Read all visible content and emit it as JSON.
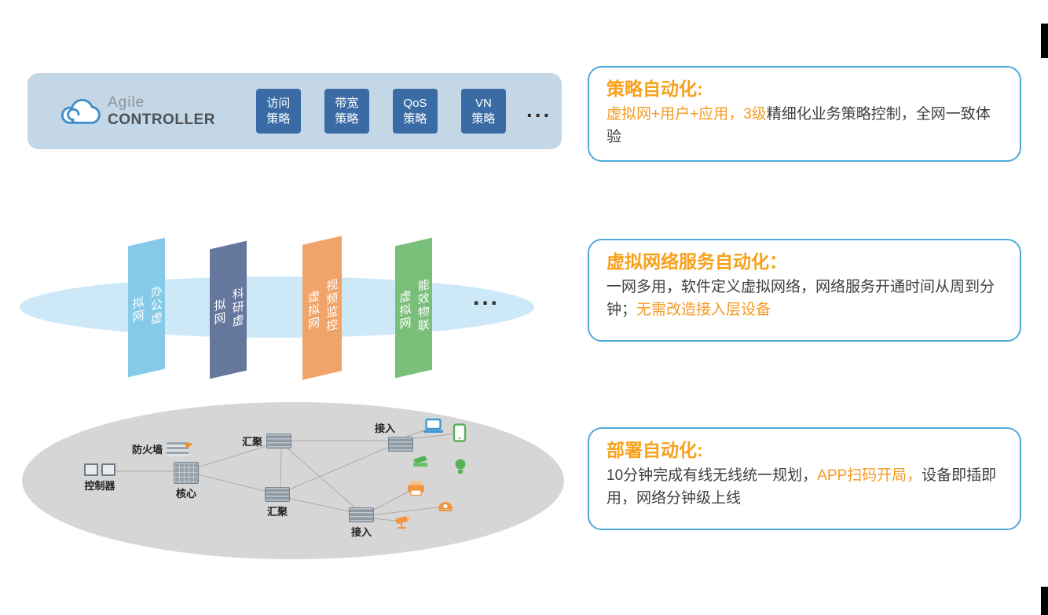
{
  "controller_panel": {
    "brand_line1": "Agile",
    "brand_line2": "CONTROLLER",
    "policies": [
      {
        "label": "访问\n策略"
      },
      {
        "label": "带宽\n策略"
      },
      {
        "label": "QoS\n策略"
      },
      {
        "label": "VN\n策略"
      }
    ],
    "ellipsis": "...",
    "panel_bg": "#c3d7e6",
    "chip_bg": "#3a6ba4"
  },
  "virtual_network_layer": {
    "ellipsis": "...",
    "ellipse_color": "#cde9f8",
    "networks": [
      {
        "name": "办公虚拟网",
        "display": "办公虚\n拟网",
        "color": "#85cbe9"
      },
      {
        "name": "科研虚拟网",
        "display": "科研虚\n拟网",
        "color": "#66779e"
      },
      {
        "name": "视频监控虚拟网",
        "display": "视频监控\n虚拟网",
        "color": "#f1a469"
      },
      {
        "name": "能效物联虚拟网",
        "display": "能效物联\n虚拟网",
        "color": "#79bf79"
      }
    ]
  },
  "physical_network_layer": {
    "ellipse_color": "#d6d6d6",
    "nodes": {
      "controller": "控制器",
      "firewall": "防火墙",
      "core": "核心",
      "aggregation1": "汇聚",
      "aggregation2": "汇聚",
      "access1": "接入",
      "access2": "接入"
    },
    "devices": [
      {
        "name": "laptop",
        "color": "#3f9ad2"
      },
      {
        "name": "tablet",
        "color": "#58b158"
      },
      {
        "name": "pos-terminal",
        "color": "#58b158"
      },
      {
        "name": "light-bulb",
        "color": "#58b158"
      },
      {
        "name": "printer",
        "color": "#f0963c"
      },
      {
        "name": "dome-camera",
        "color": "#f0963c"
      },
      {
        "name": "cctv-camera",
        "color": "#f0963c"
      }
    ]
  },
  "info_boxes": [
    {
      "title": "策略自动化:",
      "title_color": "#f7a11a",
      "segments": [
        {
          "text": "虚拟网+用户+应用，3级",
          "color": "#f59a23"
        },
        {
          "text": "精细化业务策略控制，全网一致体验",
          "color": "#3f3f3f"
        }
      ]
    },
    {
      "title": "虚拟网络服务自动化：",
      "title_color": "#f7a11a",
      "segments": [
        {
          "text": "一网多用，软件定义虚拟网络，网络服务开通时间从周到分钟；",
          "color": "#3f3f3f"
        },
        {
          "text": "无需改造接入层设备",
          "color": "#f59a23"
        }
      ]
    },
    {
      "title": "部署自动化:",
      "title_color": "#f7a11a",
      "segments": [
        {
          "text": "10分钟完成有线无线统一规划，",
          "color": "#3f3f3f"
        },
        {
          "text": "APP扫码开局，",
          "color": "#f59a23"
        },
        {
          "text": "设备即插即用，网络分钟级上线",
          "color": "#3f3f3f"
        }
      ]
    }
  ]
}
